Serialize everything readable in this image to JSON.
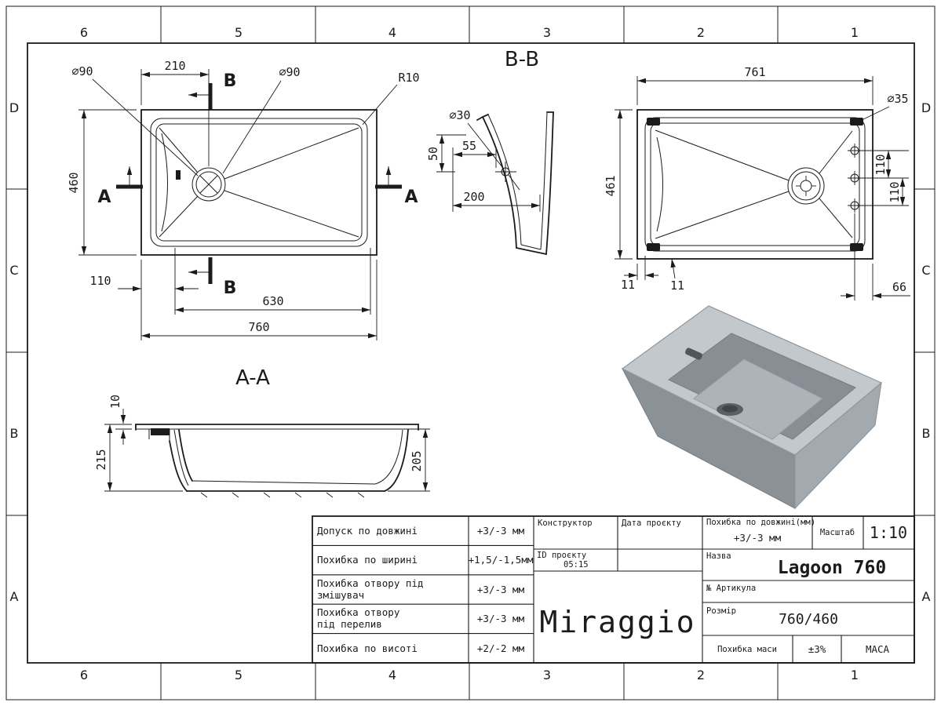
{
  "border": {
    "cols": [
      "6",
      "5",
      "4",
      "3",
      "2",
      "1"
    ],
    "rows": [
      "D",
      "C",
      "B",
      "A"
    ]
  },
  "views": {
    "top": {
      "marker_a": "A",
      "marker_b": "B",
      "dia_left": "∅90",
      "dia_right": "∅90",
      "dim_210": "210",
      "dim_r10": "R10",
      "dim_460": "460",
      "dim_110": "110",
      "dim_630": "630",
      "dim_760": "760"
    },
    "bb": {
      "title": "B-B",
      "dim_d30": "∅30",
      "dim_55": "55",
      "dim_50": "50",
      "dim_200": "200"
    },
    "bottom": {
      "dim_761": "761",
      "dim_d35": "∅35",
      "dim_461": "461",
      "dim_110a": "110",
      "dim_110b": "110",
      "dim_11a": "11",
      "dim_11b": "11",
      "dim_66": "66"
    },
    "aa": {
      "title": "A-A",
      "dim_10": "10",
      "dim_215": "215",
      "dim_205": "205"
    }
  },
  "title_block": {
    "tolerances": [
      {
        "l1": "Допуск по довжині",
        "l2": "",
        "value": "+3/-3 мм"
      },
      {
        "l1": "Похибка по ширині",
        "l2": "",
        "value": "+1,5/-1,5мм"
      },
      {
        "l1": "Похибка отвору під",
        "l2": "змішувач",
        "value": "+3/-3 мм"
      },
      {
        "l1": "Похибка отвору",
        "l2": "під перелив",
        "value": "+3/-3 мм"
      },
      {
        "l1": "Похибка по висоті",
        "l2": "",
        "value": "+2/-2 мм"
      }
    ],
    "constructor_label": "Конструктор",
    "date_label": "Дата проєкту",
    "project_id_label": "ID проєкту",
    "project_id_value": "05:15",
    "logo": "Miraggio",
    "len_tol_label": "Похибка по довжині(мм)",
    "len_tol_value": "+3/-3 мм",
    "scale_label": "Масштаб",
    "scale_value": "1:10",
    "name_label": "Назва",
    "name_value": "Lagoon 760",
    "article_label": "№ Артикула",
    "size_label": "Розмір",
    "size_value": "760/460",
    "mass_tol_label": "Похибка маси",
    "mass_tol_value": "±3%",
    "mass_label": "МАСА"
  },
  "colors": {
    "line": "#1b1b1b",
    "render_light": "#c3c8cc",
    "render_mid": "#a2a9af",
    "render_dark": "#878e94"
  }
}
